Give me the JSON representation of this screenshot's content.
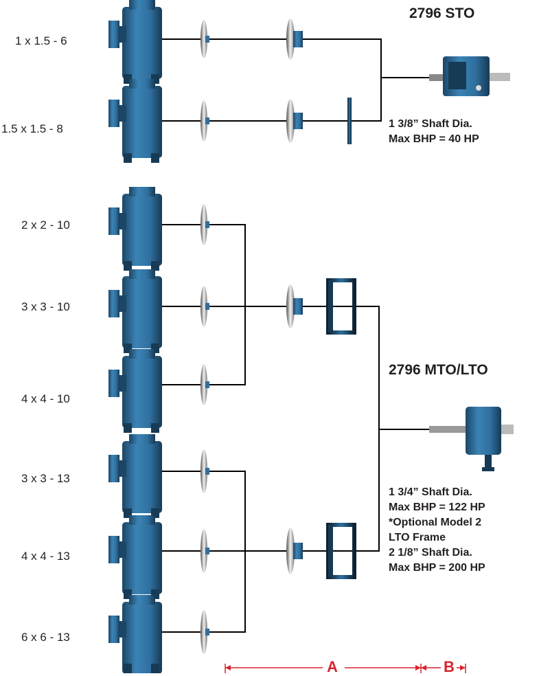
{
  "pump_sizes": [
    "1 x 1.5 - 6",
    "1.5 x 1.5 - 8",
    "2 x 2 - 10",
    "3 x 3 - 10",
    "4 x 4 - 10",
    "3 x 3 - 13",
    "4 x 4 - 13",
    "6 x 6 - 13"
  ],
  "sto": {
    "title": "2796 STO",
    "spec_lines": [
      "1 3/8” Shaft Dia.",
      "Max BHP = 40 HP"
    ]
  },
  "mto": {
    "title": "2796 MTO/LTO",
    "spec_lines": [
      "1 3/4” Shaft Dia.",
      "Max BHP = 122 HP",
      "*Optional Model 2",
      "LTO Frame",
      "2 1/8” Shaft Dia.",
      "Max BHP = 200 HP"
    ]
  },
  "dimensions": {
    "a": "A",
    "b": "B"
  },
  "colors": {
    "pump_blue": "#2f6f9e",
    "pump_dark": "#1c4666",
    "line": "#000000",
    "dimension_red": "#d9232e"
  }
}
